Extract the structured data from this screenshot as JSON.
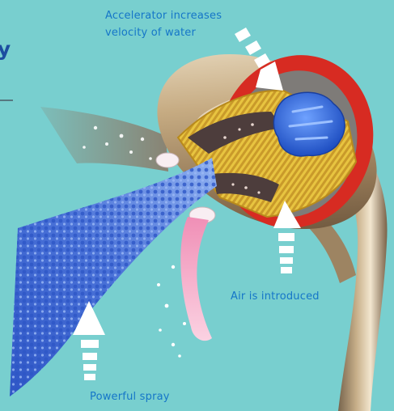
{
  "title_fragment": "ology",
  "labels": {
    "accelerator_line1": "Accelerator increases",
    "accelerator_line2": "velocity of water",
    "air": "Air is introduced",
    "spray": "Powerful spray"
  },
  "colors": {
    "background": "#78cfcf",
    "caption_text": "#1576c8",
    "title_text": "#1c4ea0",
    "housing_metal": "#b89a70",
    "outer_ring": "#d72b22",
    "inner_frame": "#e3bf1c",
    "accelerator": "#2a62d8",
    "water_spray": "#3d69d4",
    "air_stream": "#f4a6c2",
    "arrow": "#ffffff"
  }
}
